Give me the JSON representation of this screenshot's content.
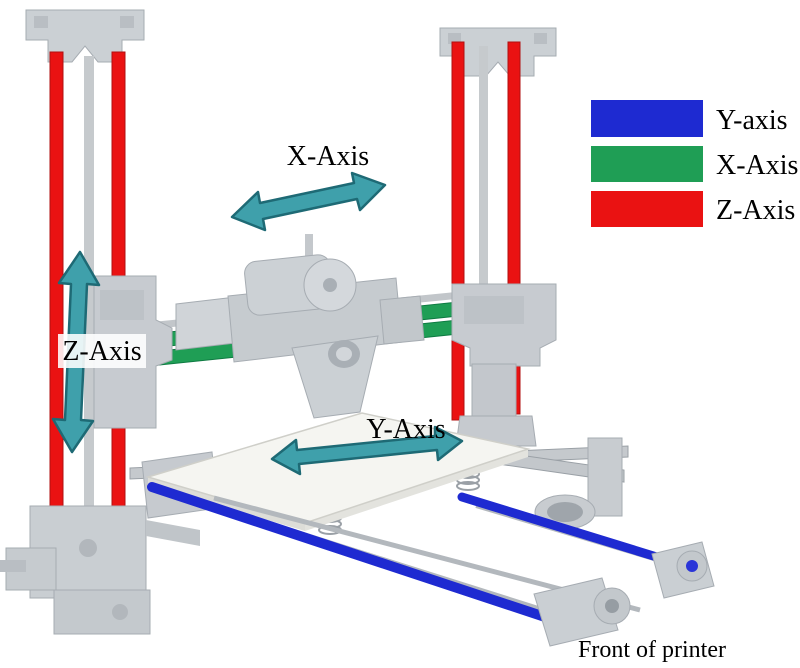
{
  "diagram": {
    "annotations": {
      "x_axis_label": "X-Axis",
      "y_axis_label": "Y-Axis",
      "z_axis_label": "Z-Axis",
      "front_label": "Front of printer"
    },
    "legend": {
      "items": [
        {
          "label": "Y-axis",
          "color": "#1e2ad1"
        },
        {
          "label": "X-Axis",
          "color": "#1f9e55"
        },
        {
          "label": "Z-Axis",
          "color": "#ea1212"
        }
      ]
    },
    "colors": {
      "arrow_fill": "#3fa0ab",
      "arrow_stroke": "#1e6a75",
      "rod_red": "#ea1212",
      "rail_green": "#1f9e55",
      "rod_blue": "#1e2ad1",
      "part_gray": "#c9ced2"
    }
  }
}
